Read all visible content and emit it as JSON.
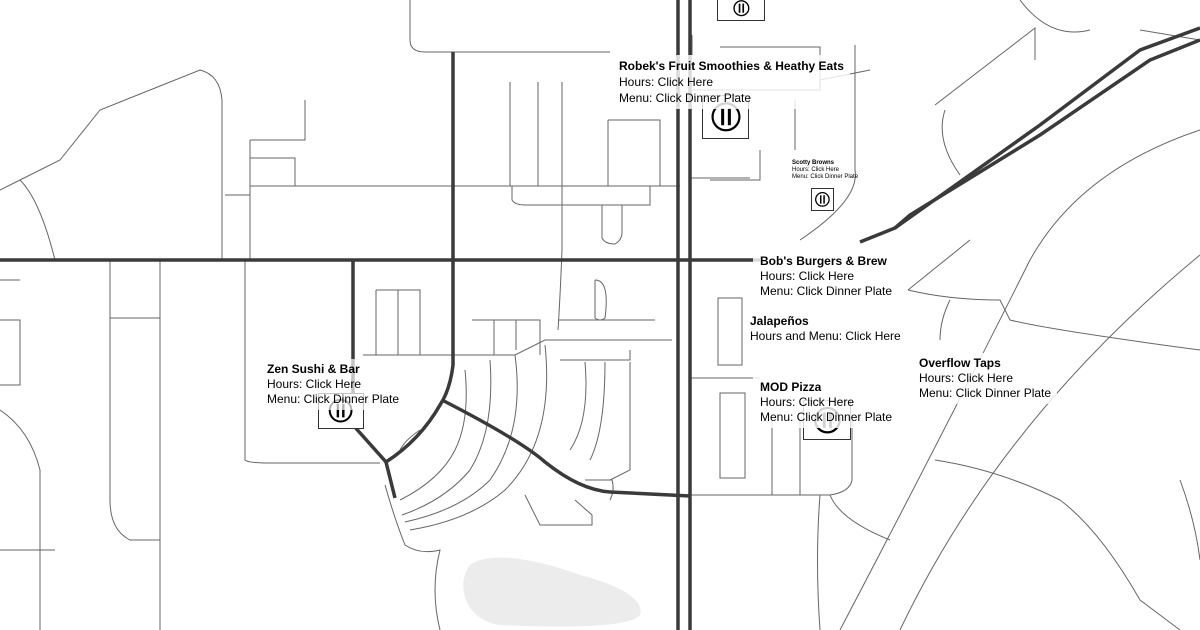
{
  "restaurants": [
    {
      "name": "Robek's Fruit Smoothies & Heathy Eats",
      "hours": "Hours: Click Here",
      "menu": "Menu: Click Dinner Plate"
    },
    {
      "name": "Scotty Browns",
      "hours": "Hours: Click Here",
      "menu": "Menu: Click Dinner Plate"
    },
    {
      "name": "Bob's Burgers & Brew",
      "hours": "Hours: Click Here",
      "menu": "Menu: Click Dinner Plate"
    },
    {
      "name": "Jalapeños",
      "hours": "Hours and Menu: Click Here"
    },
    {
      "name": "Overflow Taps",
      "hours": "Hours: Click Here",
      "menu": "Menu: Click Dinner Plate"
    },
    {
      "name": "MOD Pizza",
      "hours": "Hours: Click Here",
      "menu": "Menu: Click Dinner Plate"
    },
    {
      "name": "Zen Sushi & Bar",
      "hours": "Hours: Click Here",
      "menu": "Menu: Click Dinner Plate"
    }
  ],
  "colors": {
    "major_road": "#3a3a3a",
    "minor_road": "#666666",
    "lake": "#e8e8e8"
  }
}
